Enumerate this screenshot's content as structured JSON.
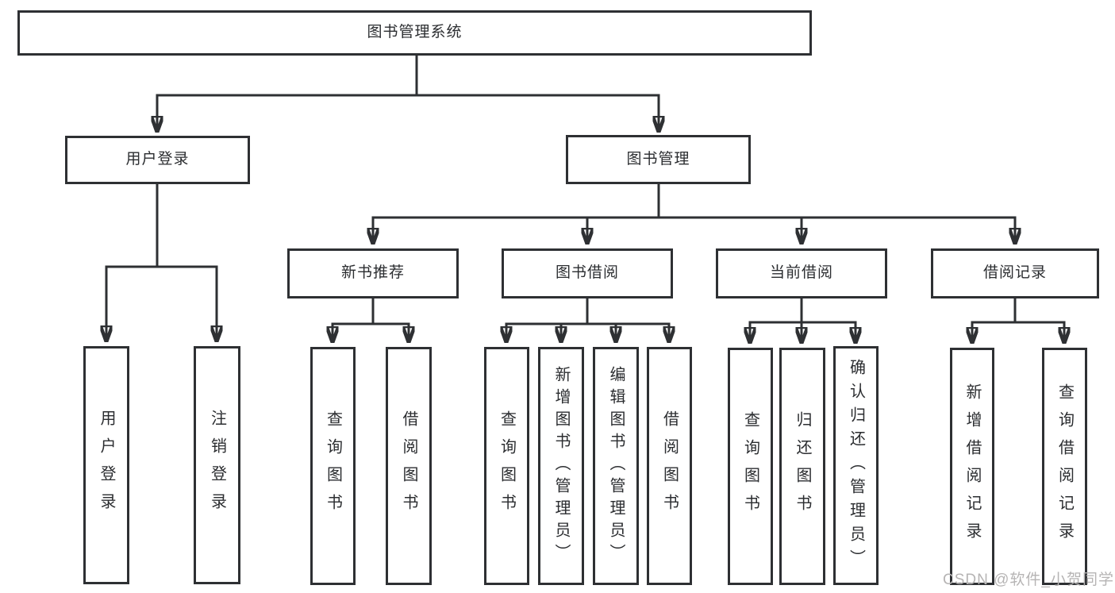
{
  "tree": {
    "root": {
      "label": "图书管理系统",
      "children": [
        {
          "label": "用户登录",
          "children": [
            {
              "label": "用户登录"
            },
            {
              "label": "注销登录"
            }
          ]
        },
        {
          "label": "图书管理",
          "children": [
            {
              "label": "新书推荐",
              "children": [
                {
                  "label": "查询图书"
                },
                {
                  "label": "借阅图书"
                }
              ]
            },
            {
              "label": "图书借阅",
              "children": [
                {
                  "label": "查询图书"
                },
                {
                  "label": "新增图书（管理员）"
                },
                {
                  "label": "编辑图书（管理员）"
                },
                {
                  "label": "借阅图书"
                }
              ]
            },
            {
              "label": "当前借阅",
              "children": [
                {
                  "label": "查询图书"
                },
                {
                  "label": "归还图书"
                },
                {
                  "label": "确认归还（管理员）"
                }
              ]
            },
            {
              "label": "借阅记录",
              "children": [
                {
                  "label": "新增借阅记录"
                },
                {
                  "label": "查询借阅记录"
                }
              ]
            }
          ]
        }
      ]
    }
  },
  "watermark": {
    "text": "CSDN @软件_小贺同学"
  },
  "colors": {
    "line": "#2e3033",
    "text": "#2b2d30",
    "watermark": "#b6b4b4",
    "background": "#ffffff"
  }
}
